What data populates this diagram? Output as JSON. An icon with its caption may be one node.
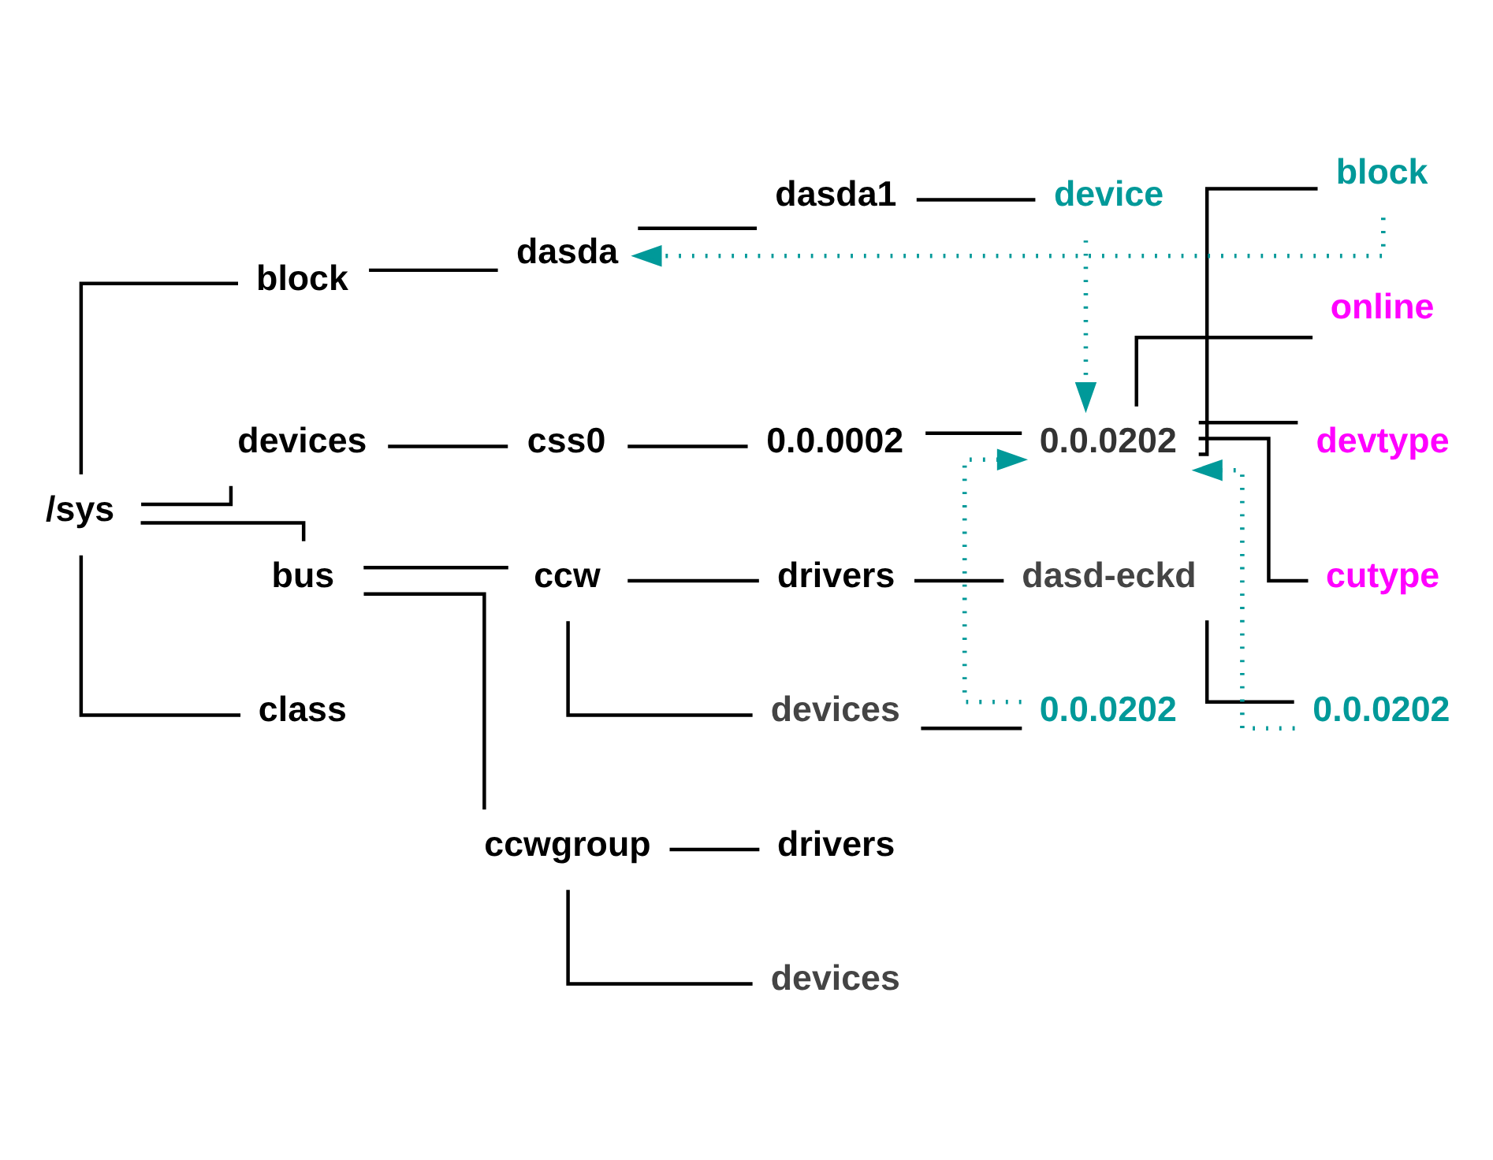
{
  "diagram": {
    "nodes": [
      {
        "text": [
          "/sys"
        ]
      },
      {
        "text": [
          "block"
        ]
      },
      {
        "text": [
          "devices"
        ]
      },
      {
        "text": [
          "bus"
        ]
      },
      {
        "text": [
          "class"
        ]
      },
      {
        "text": [
          "dasda"
        ]
      },
      {
        "text": [
          "dasda1"
        ]
      },
      {
        "text": [
          "device"
        ]
      },
      {
        "text": [
          "css0"
        ]
      },
      {
        "text": [
          "0.0.0002"
        ]
      },
      {
        "text": [
          "0.0.0202"
        ]
      },
      {
        "text": [
          "block"
        ]
      },
      {
        "text": [
          "online"
        ]
      },
      {
        "text": [
          "devtype"
        ]
      },
      {
        "text": [
          "cutype"
        ]
      },
      {
        "text": [
          "ccw"
        ]
      },
      {
        "text": [
          "ccwgroup"
        ]
      },
      {
        "text": [
          "drivers"
        ]
      },
      {
        "text": [
          "dasd-eckd"
        ]
      },
      {
        "text": [
          "0.0.0202"
        ]
      },
      {
        "text": [
          "devices"
        ]
      },
      {
        "text": [
          "0.0.0202"
        ]
      },
      {
        "text": [
          "drivers"
        ]
      },
      {
        "text": [
          "devices"
        ]
      }
    ],
    "edges": [
      {
        "from": 0,
        "to": 1,
        "arrow": "none"
      },
      {
        "from": 0,
        "to": 2,
        "arrow": "none"
      },
      {
        "from": 0,
        "to": 3,
        "arrow": "none"
      },
      {
        "from": 0,
        "to": 4,
        "arrow": "none"
      },
      {
        "from": 1,
        "to": 5,
        "arrow": "none"
      },
      {
        "from": 5,
        "to": 6,
        "arrow": "none"
      },
      {
        "from": 6,
        "to": 7,
        "arrow": "none"
      },
      {
        "from": 2,
        "to": 8,
        "arrow": "none"
      },
      {
        "from": 8,
        "to": 9,
        "arrow": "none"
      },
      {
        "from": 9,
        "to": 10,
        "arrow": "none"
      },
      {
        "from": 10,
        "to": 11,
        "arrow": "none"
      },
      {
        "from": 10,
        "to": 12,
        "arrow": "none"
      },
      {
        "from": 10,
        "to": 13,
        "arrow": "none"
      },
      {
        "from": 10,
        "to": 14,
        "arrow": "none"
      },
      {
        "from": 3,
        "to": 15,
        "arrow": "none"
      },
      {
        "from": 3,
        "to": 16,
        "arrow": "none"
      },
      {
        "from": 15,
        "to": 17,
        "arrow": "none"
      },
      {
        "from": 17,
        "to": 18,
        "arrow": "none"
      },
      {
        "from": 18,
        "to": 19,
        "arrow": "none"
      },
      {
        "from": 15,
        "to": 20,
        "arrow": "none"
      },
      {
        "from": 20,
        "to": 21,
        "arrow": "none"
      },
      {
        "from": 16,
        "to": 22,
        "arrow": "none"
      },
      {
        "from": 16,
        "to": 23,
        "arrow": "none"
      },
      {
        "from": 11,
        "to": 5,
        "arrow": "to",
        "style": "dashed",
        "color": "#009999"
      },
      {
        "from": 7,
        "to": 10,
        "arrow": "to",
        "style": "dashed",
        "color": "#009999"
      },
      {
        "from": 19,
        "to": 10,
        "arrow": "to",
        "style": "dashed",
        "color": "#009999"
      },
      {
        "from": 21,
        "to": 10,
        "arrow": "to",
        "style": "dashed",
        "color": "#009999"
      }
    ]
  }
}
